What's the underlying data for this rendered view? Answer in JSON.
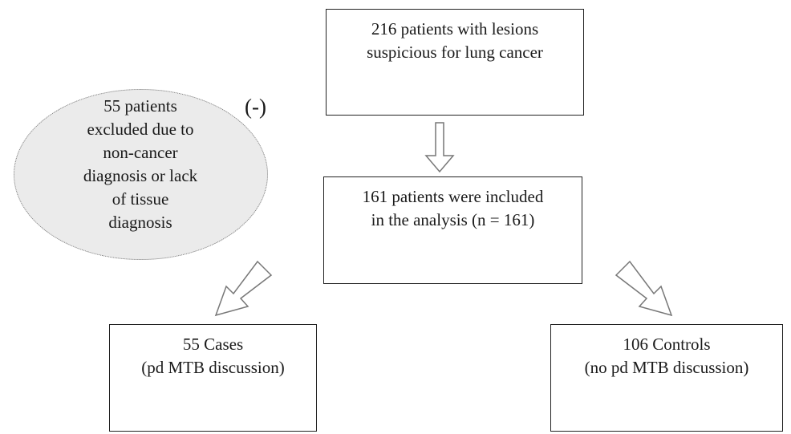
{
  "top_box": {
    "lines": [
      "216 patients with lesions",
      "suspicious for lung cancer"
    ]
  },
  "excluded_oval": {
    "lines": [
      "55 patients",
      "excluded due to",
      "non-cancer",
      "diagnosis or lack",
      "of tissue",
      "diagnosis"
    ]
  },
  "minus_label": "(-)",
  "middle_box": {
    "lines": [
      "161 patients were included",
      "in the analysis (n = 161)"
    ]
  },
  "cases_box": {
    "lines": [
      "55 Cases",
      "(pd MTB discussion)"
    ]
  },
  "controls_box": {
    "lines": [
      "106 Controls",
      "(no pd MTB discussion)"
    ]
  }
}
